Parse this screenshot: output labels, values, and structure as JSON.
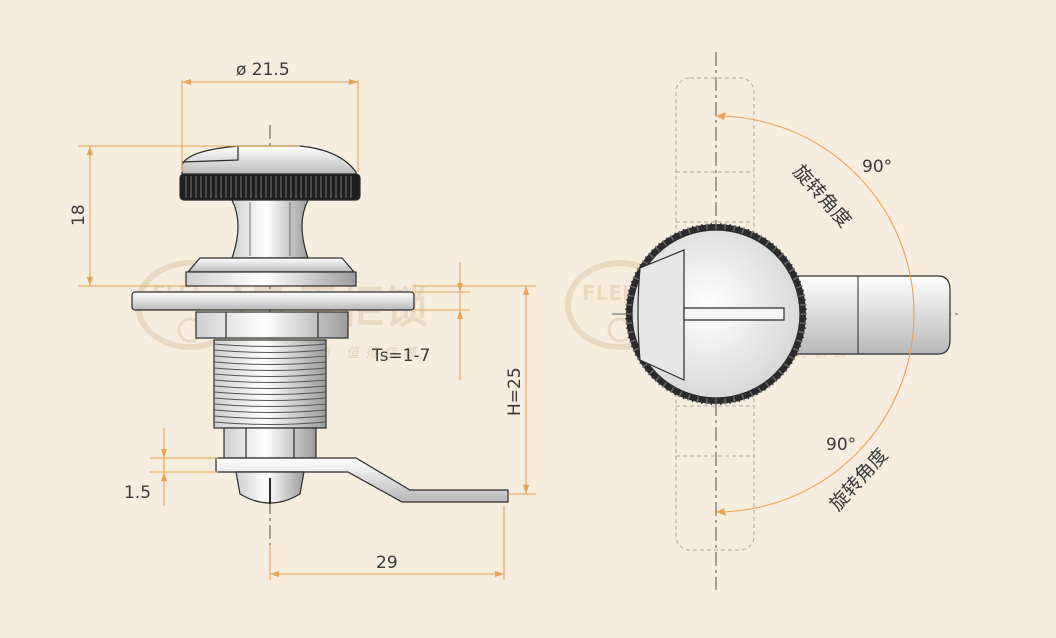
{
  "dimensions": {
    "diameter": "ø 21.5",
    "height_head": "18",
    "thickness": "Ts=1-7",
    "height_total": "H=25",
    "flange": "1.5",
    "length": "29"
  },
  "rotation": {
    "top_angle": "90°",
    "top_label": "旋转角度",
    "bottom_angle": "90°",
    "bottom_label": "旋转角度"
  },
  "watermark": {
    "logo": "FLEI",
    "brand": "飞雷柜锁",
    "slogan": "全新品质 值得信赖"
  },
  "colors": {
    "background": "#f6eddf",
    "dimension_line": "#e8a356",
    "line_art": "#2b2b2b",
    "watermark": "#ead9c2"
  }
}
